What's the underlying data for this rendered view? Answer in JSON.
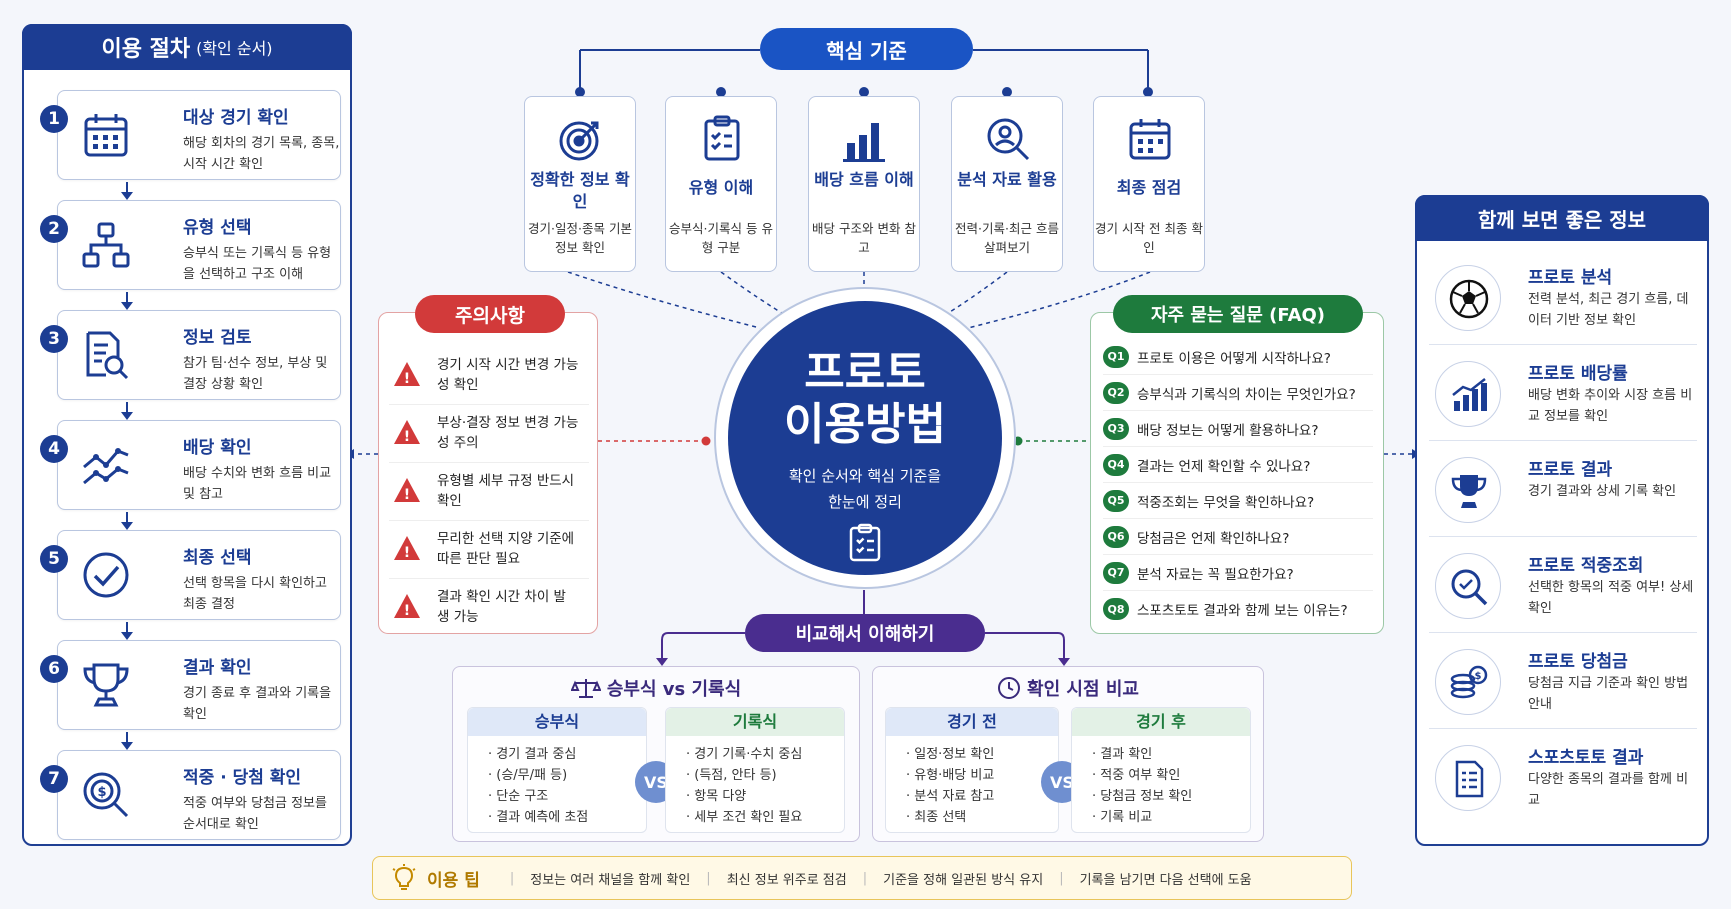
{
  "left_panel": {
    "title": "이용 절차",
    "subtitle": "(확인 순서)",
    "steps": [
      {
        "num": "1",
        "title": "대상 경기 확인",
        "desc": "해당 회차의 경기 목록, 종목, 시작 시간 확인",
        "icon": "calendar-icon"
      },
      {
        "num": "2",
        "title": "유형 선택",
        "desc": "승부식 또는 기록식 등 유형을 선택하고 구조 이해",
        "icon": "hierarchy-icon"
      },
      {
        "num": "3",
        "title": "정보 검토",
        "desc": "참가 팀·선수 정보, 부상 및 결장 상황 확인",
        "icon": "document-search-icon"
      },
      {
        "num": "4",
        "title": "배당 확인",
        "desc": "배당 수치와 변화 흐름 비교 및 참고",
        "icon": "line-chart-icon"
      },
      {
        "num": "5",
        "title": "최종 선택",
        "desc": "선택 항목을 다시 확인하고 최종 결정",
        "icon": "check-circle-icon"
      },
      {
        "num": "6",
        "title": "결과 확인",
        "desc": "경기 종료 후 결과와 기록을 확인",
        "icon": "trophy-icon"
      },
      {
        "num": "7",
        "title": "적중 · 당첨 확인",
        "desc": "적중 여부와 당첨금 정보를 순서대로 확인",
        "icon": "magnifier-coin-icon"
      }
    ]
  },
  "core": {
    "title": "핵심 기준",
    "items": [
      {
        "title": "정확한 정보 확인",
        "desc": "경기·일정·종목 기본 정보 확인",
        "icon": "target-icon"
      },
      {
        "title": "유형 이해",
        "desc": "승부식·기록식 등 유형 구분",
        "icon": "clipboard-icon"
      },
      {
        "title": "배당 흐름 이해",
        "desc": "배당 구조와 변화 참고",
        "icon": "bar-chart-icon"
      },
      {
        "title": "분석 자료 활용",
        "desc": "전력·기록·최근 흐름 살펴보기",
        "icon": "user-search-icon"
      },
      {
        "title": "최종 점검",
        "desc": "경기 시작 전 최종 확인",
        "icon": "calendar-icon"
      }
    ]
  },
  "center": {
    "line1": "프로토",
    "line2": "이용방법",
    "sub1": "확인 순서와 핵심 기준을",
    "sub2": "한눈에 정리",
    "icon": "clipboard-icon"
  },
  "caution": {
    "title": "주의사항",
    "items": [
      "경기 시작 시간 변경 가능성 확인",
      "부상·결장 정보 변경 가능성 주의",
      "유형별 세부 규정 반드시 확인",
      "무리한 선택 지양 기준에 따른 판단 필요",
      "결과 확인 시간 차이 발생 가능"
    ]
  },
  "faq": {
    "title": "자주 묻는 질문 (FAQ)",
    "items": [
      {
        "q": "Q1",
        "text": "프로토 이용은 어떻게 시작하나요?"
      },
      {
        "q": "Q2",
        "text": "승부식과 기록식의 차이는 무엇인가요?"
      },
      {
        "q": "Q3",
        "text": "배당 정보는 어떻게 활용하나요?"
      },
      {
        "q": "Q4",
        "text": "결과는 언제 확인할 수 있나요?"
      },
      {
        "q": "Q5",
        "text": "적중조회는 무엇을 확인하나요?"
      },
      {
        "q": "Q6",
        "text": "당첨금은 언제 확인하나요?"
      },
      {
        "q": "Q7",
        "text": "분석 자료는 꼭 필요한가요?"
      },
      {
        "q": "Q8",
        "text": "스포츠토토 결과와 함께 보는 이유는?"
      }
    ]
  },
  "right_panel": {
    "title": "함께 보면 좋은 정보",
    "items": [
      {
        "title": "프로토 분석",
        "desc": "전력 분석, 최근 경기 흐름, 데이터 기반 정보 확인",
        "icon": "soccer-ball-icon"
      },
      {
        "title": "프로토 배당률",
        "desc": "배당 변화 추이와 시장 흐름 비교 정보를 확인",
        "icon": "growth-chart-icon"
      },
      {
        "title": "프로토 결과",
        "desc": "경기 결과와 상세 기록 확인",
        "icon": "trophy-icon"
      },
      {
        "title": "프로토 적중조회",
        "desc": "선택한 항목의 적중 여부! 상세 확인",
        "icon": "magnifier-check-icon"
      },
      {
        "title": "프로토 당첨금",
        "desc": "당첨금 지급 기준과 확인 방법 안내",
        "icon": "coins-icon"
      },
      {
        "title": "스포츠토토 결과",
        "desc": "다양한 종목의 결과를 함께 비교",
        "icon": "document-icon"
      }
    ]
  },
  "compare": {
    "title": "비교해서 이해하기",
    "vs_label": "VS",
    "left": {
      "title": "승부식 vs 기록식",
      "icon": "scale-icon",
      "a": {
        "title": "승부식",
        "items": [
          "경기 결과 중심",
          "(승/무/패 등)",
          "단순 구조",
          "결과 예측에 초점"
        ]
      },
      "b": {
        "title": "기록식",
        "items": [
          "경기 기록·수치 중심",
          "(득점, 안타 등)",
          "항목 다양",
          "세부 조건 확인 필요"
        ]
      }
    },
    "right": {
      "title": "확인 시점 비교",
      "icon": "clock-icon",
      "a": {
        "title": "경기 전",
        "items": [
          "일정·정보 확인",
          "유형·배당 비교",
          "분석 자료 참고",
          "최종 선택"
        ]
      },
      "b": {
        "title": "경기 후",
        "items": [
          "결과 확인",
          "적중 여부 확인",
          "당첨금 정보 확인",
          "기록 비교"
        ]
      }
    }
  },
  "tips": {
    "label": "이용 팁",
    "icon": "lightbulb-icon",
    "items": [
      "정보는 여러 채널을 함께 확인",
      "최신 정보 위주로 점검",
      "기준을 정해 일관된 방식 유지",
      "기록을 남기면 다음 선택에 도움"
    ]
  },
  "colors": {
    "navy": "#1c3d93",
    "red": "#d23a3a",
    "green": "#1e7b3d",
    "purple": "#4a2d8f",
    "gold": "#e8c55a"
  }
}
